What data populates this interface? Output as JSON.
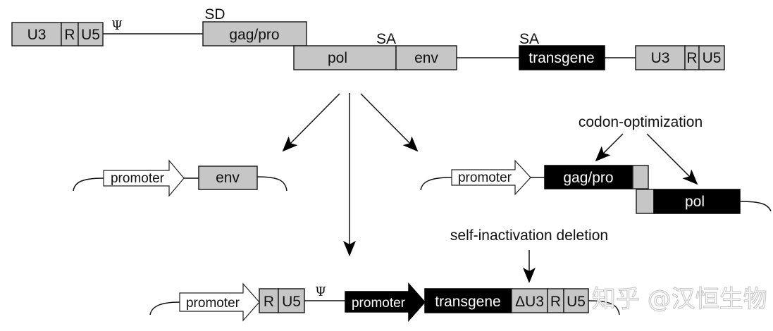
{
  "top_construct": {
    "ltr_left": {
      "u3": "U3",
      "r": "R",
      "u5": "U5"
    },
    "psi": "Ψ",
    "sd_label": "SD",
    "gag_pro": "gag/pro",
    "pol": "pol",
    "env": "env",
    "sa_label_1": "SA",
    "sa_label_2": "SA",
    "transgene": "transgene",
    "ltr_right": {
      "u3": "U3",
      "r": "R",
      "u5": "U5"
    }
  },
  "env_construct": {
    "promoter": "promoter",
    "env": "env"
  },
  "packaging_construct": {
    "annotation": "codon-optimization",
    "promoter": "promoter",
    "gag_pro": "gag/pro",
    "pol": "pol"
  },
  "transfer_construct": {
    "annotation": "self-inactivation deletion",
    "promoter_ext": "promoter",
    "r": "R",
    "u5": "U5",
    "psi": "Ψ",
    "promoter_int": "promoter",
    "transgene": "transgene",
    "delta_u3": "ΔU3",
    "r2": "R",
    "u5_2": "U5"
  },
  "watermark": "知乎 @汉恒生物"
}
